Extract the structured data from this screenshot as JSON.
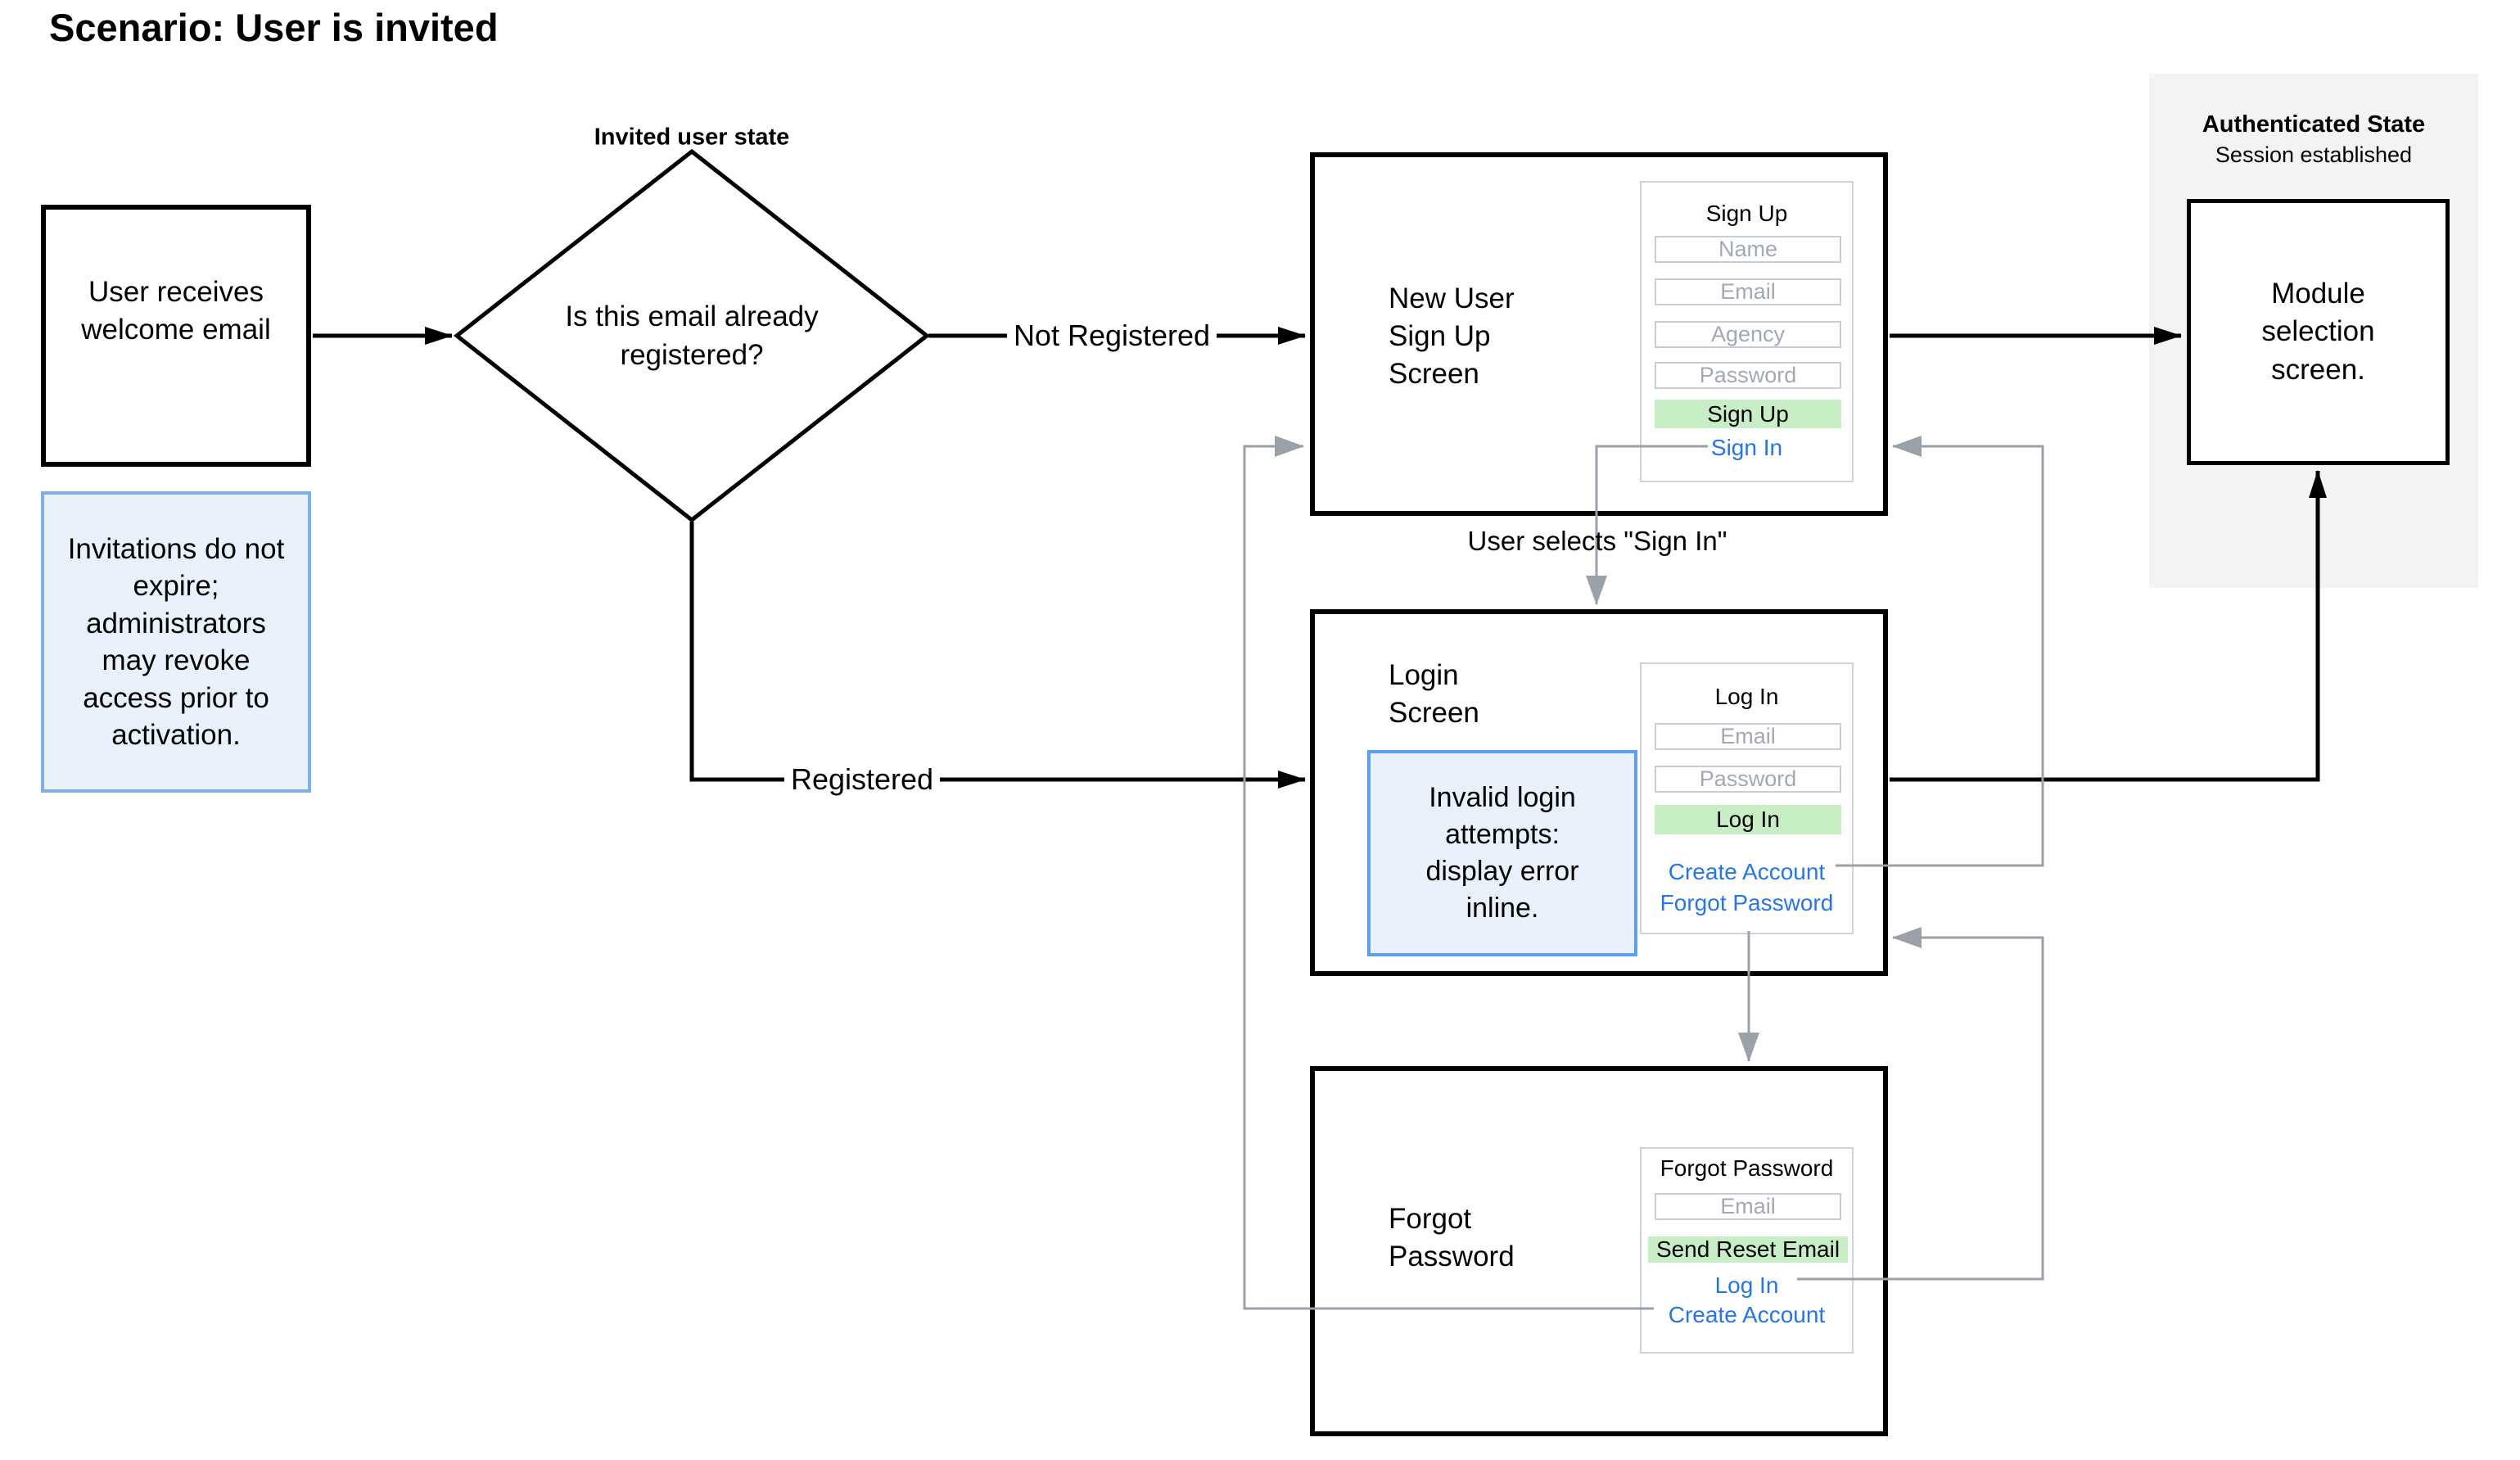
{
  "page": {
    "title": "Scenario: User is invited"
  },
  "flow": {
    "start_box": "User receives welcome email",
    "note": "Invitations do not expire; administrators may revoke access prior to activation.",
    "decision": {
      "label": "Invited user state",
      "question": "Is this email already registered?"
    },
    "edges": {
      "not_registered": "Not Registered",
      "registered": "Registered",
      "user_selects_sign_in": "User selects \"Sign In\""
    }
  },
  "signup": {
    "label": "New User Sign Up Screen",
    "form": {
      "title": "Sign Up",
      "fields": [
        "Name",
        "Email",
        "Agency",
        "Password"
      ],
      "button": "Sign Up",
      "link": "Sign In"
    }
  },
  "login": {
    "label": "Login Screen",
    "note": "Invalid login attempts: display error inline.",
    "form": {
      "title": "Log In",
      "fields": [
        "Email",
        "Password"
      ],
      "button": "Log In",
      "links": [
        "Create Account",
        "Forgot Password"
      ]
    }
  },
  "forgot": {
    "label": "Forgot Password",
    "form": {
      "title": "Forgot Password",
      "fields": [
        "Email"
      ],
      "button": "Send Reset Email",
      "links": [
        "Log In",
        "Create Account"
      ]
    }
  },
  "authenticated": {
    "title": "Authenticated State",
    "subtitle": "Session established",
    "box": "Module selection screen."
  },
  "colors": {
    "button_green": "#c8eec6",
    "link_blue": "#2575f0",
    "note_fill": "#e9f2fc",
    "note_border": "#7db0e8",
    "connector_gray": "#9aa1a9",
    "panel_gray": "#f2f3f5",
    "line_black": "#000000"
  }
}
